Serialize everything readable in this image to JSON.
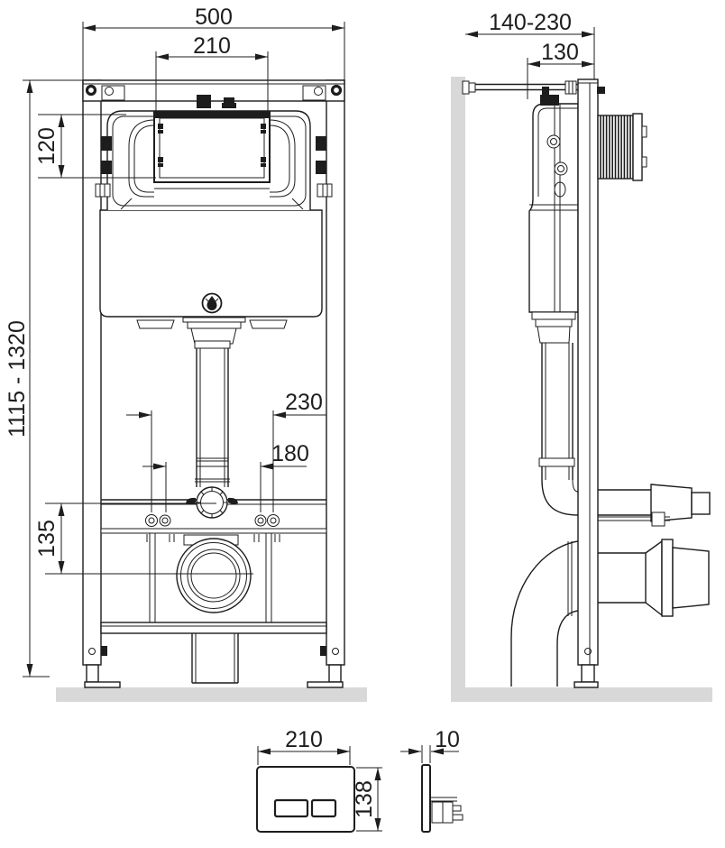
{
  "drawing": {
    "type": "installation-diagram",
    "subject": "concealed WC cistern frame with actuator plate",
    "colors": {
      "line": "#1d1d1d",
      "surface_gray": "#d8d8d8",
      "background": "#ffffff"
    },
    "front_view": {
      "label": "front elevation",
      "dims": {
        "overall_width": "500",
        "inspection_width": "210",
        "inspection_height": "120",
        "install_height_range": "1115 - 1320",
        "flush_pipe_offset": "230",
        "stud_spacing": "180",
        "drain_height": "135"
      }
    },
    "side_view": {
      "label": "side elevation",
      "dims": {
        "wall_distance_range": "140-230",
        "frame_depth": "130"
      }
    },
    "flush_plate": {
      "label": "actuator plate",
      "dims": {
        "width": "210",
        "height": "138",
        "thickness": "10"
      }
    },
    "icons": {
      "flush_symbol": "flush-drop-icon",
      "mounting_hole": "mounting-hole-icon"
    }
  }
}
